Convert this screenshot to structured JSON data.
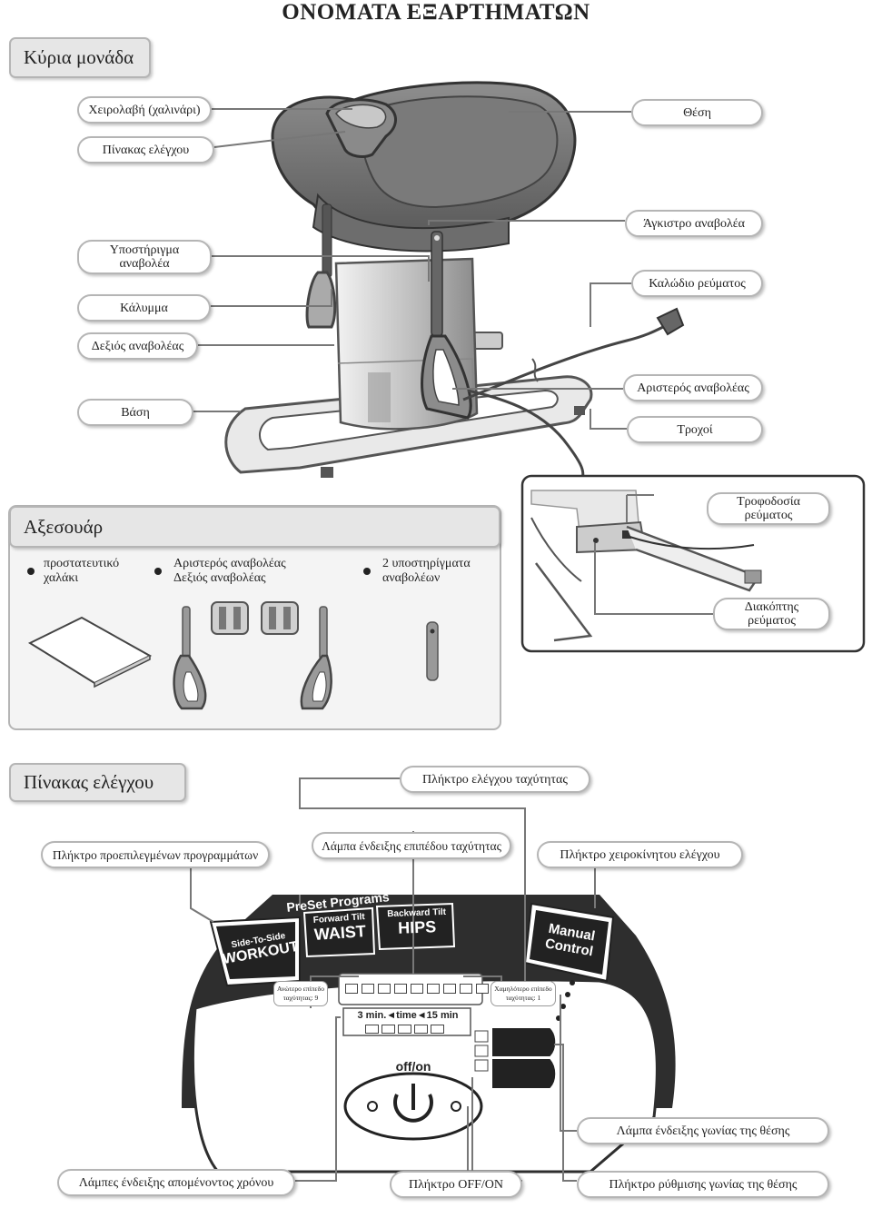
{
  "title": "ΟΝΟΜΑΤΑ ΕΞΑΡΤΗΜΑΤΩΝ",
  "sections": {
    "main_unit": "Κύρια μονάδα",
    "accessories": "Αξεσουάρ",
    "control_panel": "Πίνακας ελέγχου"
  },
  "main_unit_labels": {
    "handle": "Χειρολαβή (χαλινάρι)",
    "control_panel": "Πίνακας ελέγχου",
    "seat": "Θέση",
    "stirrup_hook": "Άγκιστρο αναβολέα",
    "stirrup_support_1": "Υποστήριγμα",
    "stirrup_support_2": "αναβολέα",
    "power_cord": "Καλώδιο ρεύματος",
    "cover": "Κάλυμμα",
    "right_stirrup": "Δεξιός αναβολέας",
    "left_stirrup": "Αριστερός αναβολέας",
    "base": "Βάση",
    "wheels": "Τροχοί"
  },
  "power_labels": {
    "power_supply_1": "Τροφοδοσία",
    "power_supply_2": "ρεύματος",
    "power_switch_1": "Διακόπτης",
    "power_switch_2": "ρεύματος"
  },
  "accessories": {
    "mat_1": "προστατευτικό",
    "mat_2": "χαλάκι",
    "stirrups_1": "Αριστερός αναβολέας",
    "stirrups_2": "Δεξιός αναβολέας",
    "supports_1": "2 υποστηρίγματα",
    "supports_2": "αναβολέων"
  },
  "panel_labels": {
    "speed_key": "Πλήκτρο ελέγχου ταχύτητας",
    "preset_key": "Πλήκτρο προεπιλεγμένων προγραμμάτων",
    "speed_lamp": "Λάμπα ένδειξης επιπέδου ταχύτητας",
    "manual_key": "Πλήκτρο χειροκίνητου ελέγχου",
    "angle_lamp": "Λάμπα ένδειξης γωνίας της θέσης",
    "time_lamps": "Λάμπες ένδειξης απομένοντος χρόνου",
    "off_on_key": "Πλήκτρο OFF/ON",
    "angle_key": "Πλήκτρο ρύθμισης γωνίας της θέσης",
    "max_speed_1": "Ανώτερο επίπεδο",
    "max_speed_2": "ταχύτητας: 9",
    "min_speed_1": "Χαμηλότερο επίπεδο",
    "min_speed_2": "ταχύτητας: 1"
  },
  "panel_print": {
    "preset_programs": "PreSet Programs",
    "side_to_side": "Side-To-Side",
    "workout": "WORKOUT",
    "forward_tilt": "Forward Tilt",
    "waist": "WAIST",
    "backward_tilt": "Backward Tilt",
    "hips": "HIPS",
    "manual": "Manual",
    "control": "Control",
    "time_row": "3 min.◄time◄15 min",
    "off_on": "off/on"
  },
  "colors": {
    "panel_dark": "#2e2e2e",
    "label_border": "#b5b5b5",
    "header_fill": "#e6e6e6"
  }
}
